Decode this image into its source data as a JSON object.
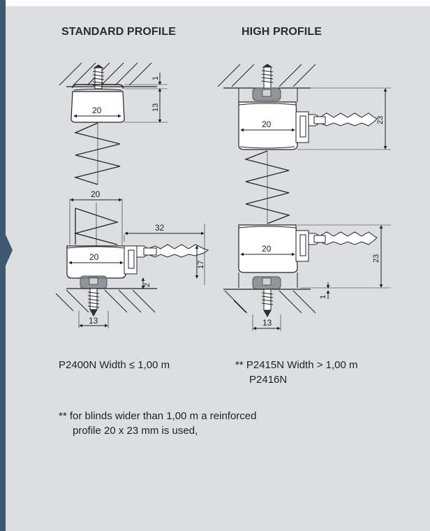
{
  "headings": {
    "standard": "STANDARD PROFILE",
    "high": "HIGH PROFILE"
  },
  "standard_profile": {
    "top_profile_width": "20",
    "dim_gap_top": "1",
    "dim_height_top": "13",
    "bottom_spring_width": "20",
    "bottom_profile_width": "20",
    "handle_length": "32",
    "dim_height_bottom": "17",
    "dim_gap_bottom": "2",
    "bracket_width": "13"
  },
  "high_profile": {
    "top_profile_width": "20",
    "dim_height_top": "23",
    "bottom_profile_width": "20",
    "dim_height_bottom": "23",
    "dim_gap_bottom": "1",
    "bracket_width": "13"
  },
  "captions": {
    "standard": "P2400N Width ≤ 1,00 m",
    "high_line1": "** P2415N Width > 1,00 m",
    "high_line2": "P2416N"
  },
  "note": {
    "line1": "** for blinds wider  than 1,00 m a  reinforced",
    "line2": "profile  20 x 23 mm is used,"
  },
  "colors": {
    "background": "#dcdfe1",
    "accent_bar": "#3e5872",
    "bracket": "#8f9599"
  }
}
